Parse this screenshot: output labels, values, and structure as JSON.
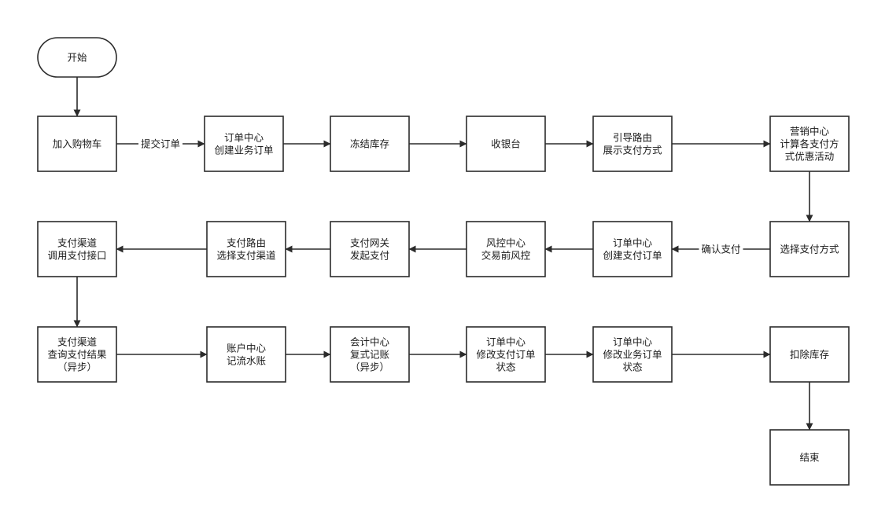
{
  "nodes": [
    {
      "id": "start",
      "shape": "terminal",
      "lines": [
        "开始"
      ]
    },
    {
      "id": "cart",
      "lines": [
        "加入购物车"
      ]
    },
    {
      "id": "order_create",
      "lines": [
        "订单中心",
        "创建业务订单"
      ]
    },
    {
      "id": "freeze",
      "lines": [
        "冻结库存"
      ]
    },
    {
      "id": "cashier",
      "lines": [
        "收银台"
      ]
    },
    {
      "id": "route_show",
      "lines": [
        "引导路由",
        "展示支付方式"
      ]
    },
    {
      "id": "marketing",
      "lines": [
        "营销中心",
        "计算各支付方",
        "式优惠活动"
      ]
    },
    {
      "id": "select_pay",
      "lines": [
        "选择支付方式"
      ]
    },
    {
      "id": "order_pay",
      "lines": [
        "订单中心",
        "创建支付订单"
      ]
    },
    {
      "id": "risk",
      "lines": [
        "风控中心",
        "交易前风控"
      ]
    },
    {
      "id": "gateway",
      "lines": [
        "支付网关",
        "发起支付"
      ]
    },
    {
      "id": "route_channel",
      "lines": [
        "支付路由",
        "选择支付渠道"
      ]
    },
    {
      "id": "channel_call",
      "lines": [
        "支付渠道",
        "调用支付接口"
      ]
    },
    {
      "id": "channel_query",
      "lines": [
        "支付渠道",
        "查询支付结果",
        "（异步）"
      ]
    },
    {
      "id": "account",
      "lines": [
        "账户中心",
        "记流水账"
      ]
    },
    {
      "id": "accounting",
      "lines": [
        "会计中心",
        "复式记账",
        "（异步）"
      ]
    },
    {
      "id": "order_update_pay",
      "lines": [
        "订单中心",
        "修改支付订单",
        "状态"
      ]
    },
    {
      "id": "order_update_biz",
      "lines": [
        "订单中心",
        "修改业务订单",
        "状态"
      ]
    },
    {
      "id": "deduct",
      "lines": [
        "扣除库存"
      ]
    },
    {
      "id": "end",
      "lines": [
        "结束"
      ]
    }
  ],
  "edges": [
    {
      "from": "start",
      "to": "cart"
    },
    {
      "from": "cart",
      "to": "order_create",
      "label": "提交订单"
    },
    {
      "from": "order_create",
      "to": "freeze"
    },
    {
      "from": "freeze",
      "to": "cashier"
    },
    {
      "from": "cashier",
      "to": "route_show"
    },
    {
      "from": "route_show",
      "to": "marketing"
    },
    {
      "from": "marketing",
      "to": "select_pay"
    },
    {
      "from": "select_pay",
      "to": "order_pay",
      "label": "确认支付"
    },
    {
      "from": "order_pay",
      "to": "risk"
    },
    {
      "from": "risk",
      "to": "gateway"
    },
    {
      "from": "gateway",
      "to": "route_channel"
    },
    {
      "from": "route_channel",
      "to": "channel_call"
    },
    {
      "from": "channel_call",
      "to": "channel_query"
    },
    {
      "from": "channel_query",
      "to": "account"
    },
    {
      "from": "account",
      "to": "accounting"
    },
    {
      "from": "accounting",
      "to": "order_update_pay"
    },
    {
      "from": "order_update_pay",
      "to": "order_update_biz"
    },
    {
      "from": "order_update_biz",
      "to": "deduct"
    },
    {
      "from": "deduct",
      "to": "end"
    }
  ]
}
